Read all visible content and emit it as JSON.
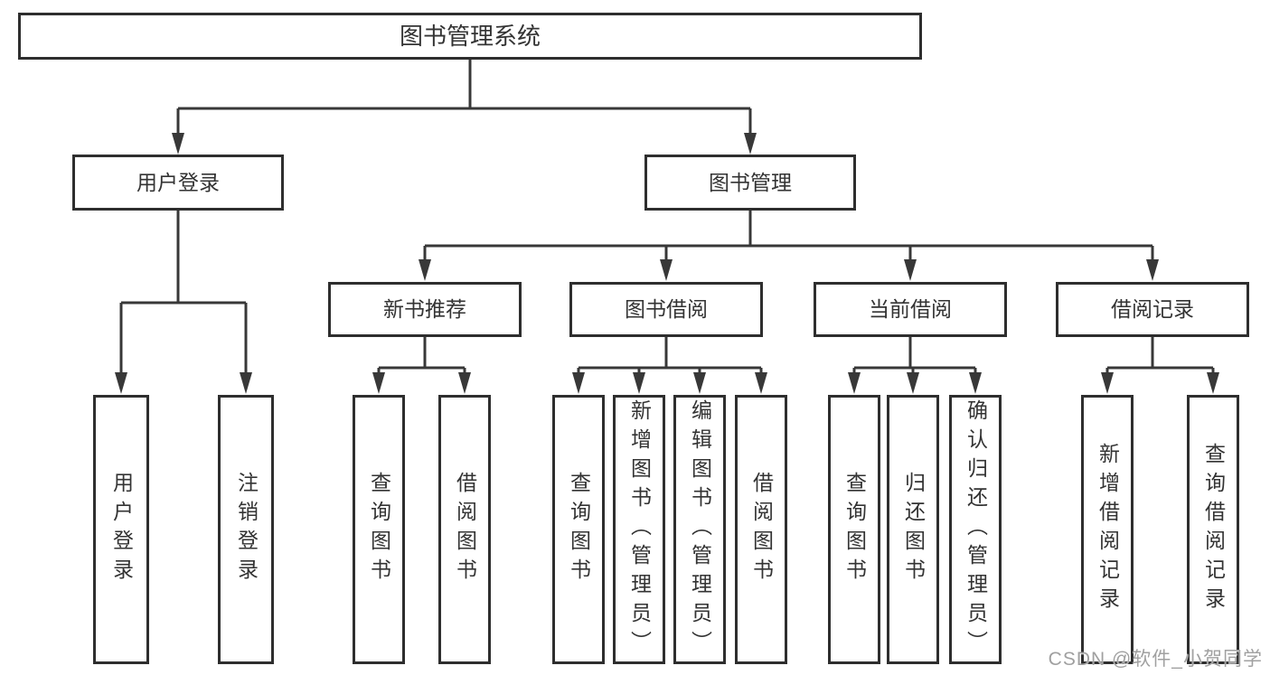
{
  "diagram": {
    "title": "图书管理系统",
    "level2": {
      "user_login": "用户登录",
      "book_mgmt": "图书管理"
    },
    "level3": {
      "new_book": "新书推荐",
      "book_borrow": "图书借阅",
      "current_borrow": "当前借阅",
      "borrow_record": "借阅记录"
    },
    "leaves": {
      "user_login": [
        "用户登录",
        "注销登录"
      ],
      "new_book": [
        "查询图书",
        "借阅图书"
      ],
      "book_borrow": [
        "查询图书",
        "新增图书（管理员）",
        "编辑图书（管理员）",
        "借阅图书"
      ],
      "current_borrow": [
        "查询图书",
        "归还图书",
        "确认归还（管理员）"
      ],
      "borrow_record": [
        "新增借阅记录",
        "查询借阅记录"
      ]
    },
    "line_color": "#383838",
    "border_color": "#2e2e2e"
  },
  "watermark": "CSDN @软件_小贺同学"
}
